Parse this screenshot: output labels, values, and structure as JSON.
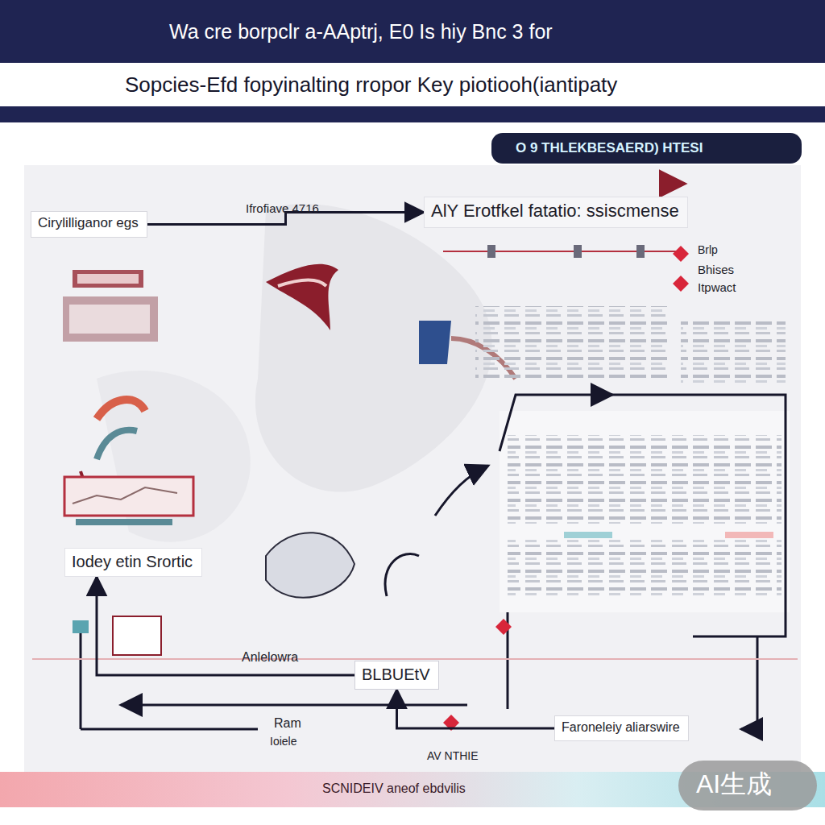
{
  "diagram": {
    "title": "Wa cre borpclr a-AAptrj, E0 Is hiy Bnc 3 for",
    "caption": "SCNIDEIV aneof ebdvilis",
    "nodes": [
      {
        "text": [
          "Cirylilliganor egs"
        ]
      },
      {
        "text": [
          "AlY Erotfkel fatatio: ssiscmense"
        ]
      },
      {
        "text": [
          "Iodey etin Srortic"
        ]
      },
      {
        "text": [
          "BLBUEtV"
        ]
      },
      {
        "text": [
          "Faroneleiy aliarswire"
        ]
      }
    ],
    "edges": [
      {
        "from": 0,
        "to": 1,
        "arrow": "to"
      },
      {
        "from": 3,
        "to": 2,
        "arrow": "to"
      },
      {
        "from": 4,
        "to": 3,
        "arrow": "to"
      }
    ],
    "labels": [
      "Sopcies-Efd fopyinalting rropor Key piotiooh(iantipaty",
      "O 9 THLEKBESAERD) HTESI",
      "Ifrofiave 4716",
      "Brlp",
      "Bhises",
      "Itpwact",
      "Anlelowra",
      "Ram",
      "Ioiele",
      "AV NTHIE",
      "AI生成"
    ]
  }
}
